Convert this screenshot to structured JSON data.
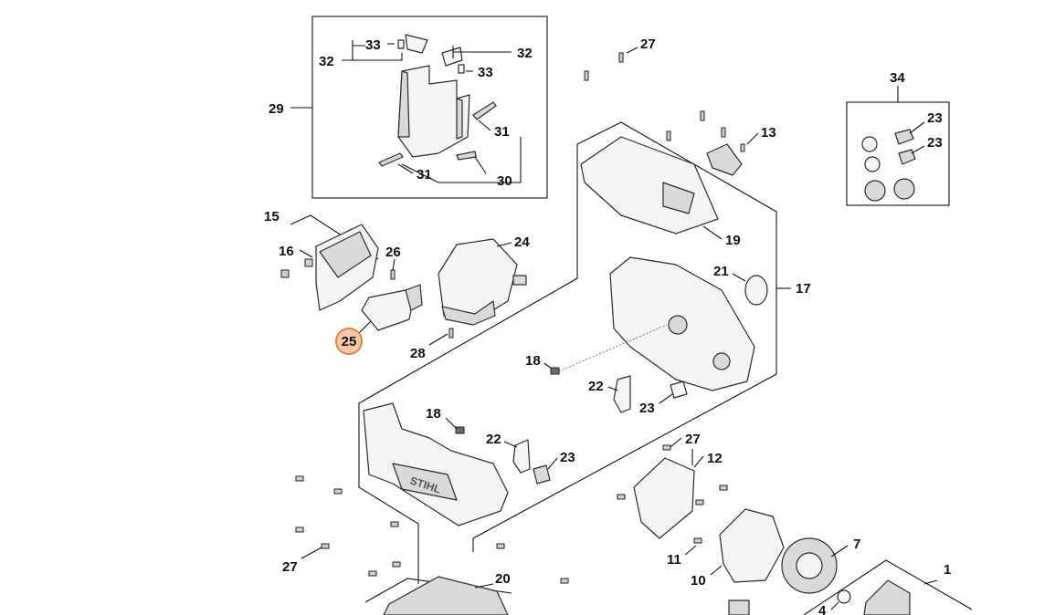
{
  "highlight": {
    "label": "25",
    "color": "#e8823c",
    "fill": "#f9c9a8"
  },
  "labels": {
    "l1": "1",
    "l4": "4",
    "l7": "7",
    "l10": "10",
    "l11": "11",
    "l12": "12",
    "l13": "13",
    "l15": "15",
    "l16": "16",
    "l17": "17",
    "l18a": "18",
    "l18b": "18",
    "l19": "19",
    "l20": "20",
    "l21": "21",
    "l22a": "22",
    "l22b": "22",
    "l23a": "23",
    "l23b": "23",
    "l23c": "23",
    "l23d": "23",
    "l24": "24",
    "l25": "25",
    "l26": "26",
    "l27a": "27",
    "l27b": "27",
    "l27c": "27",
    "l28": "28",
    "l29": "29",
    "l30": "30",
    "l31a": "31",
    "l31b": "31",
    "l32a": "32",
    "l32b": "32",
    "l33a": "33",
    "l33b": "33",
    "l34": "34"
  },
  "brand_text": "STIHL"
}
